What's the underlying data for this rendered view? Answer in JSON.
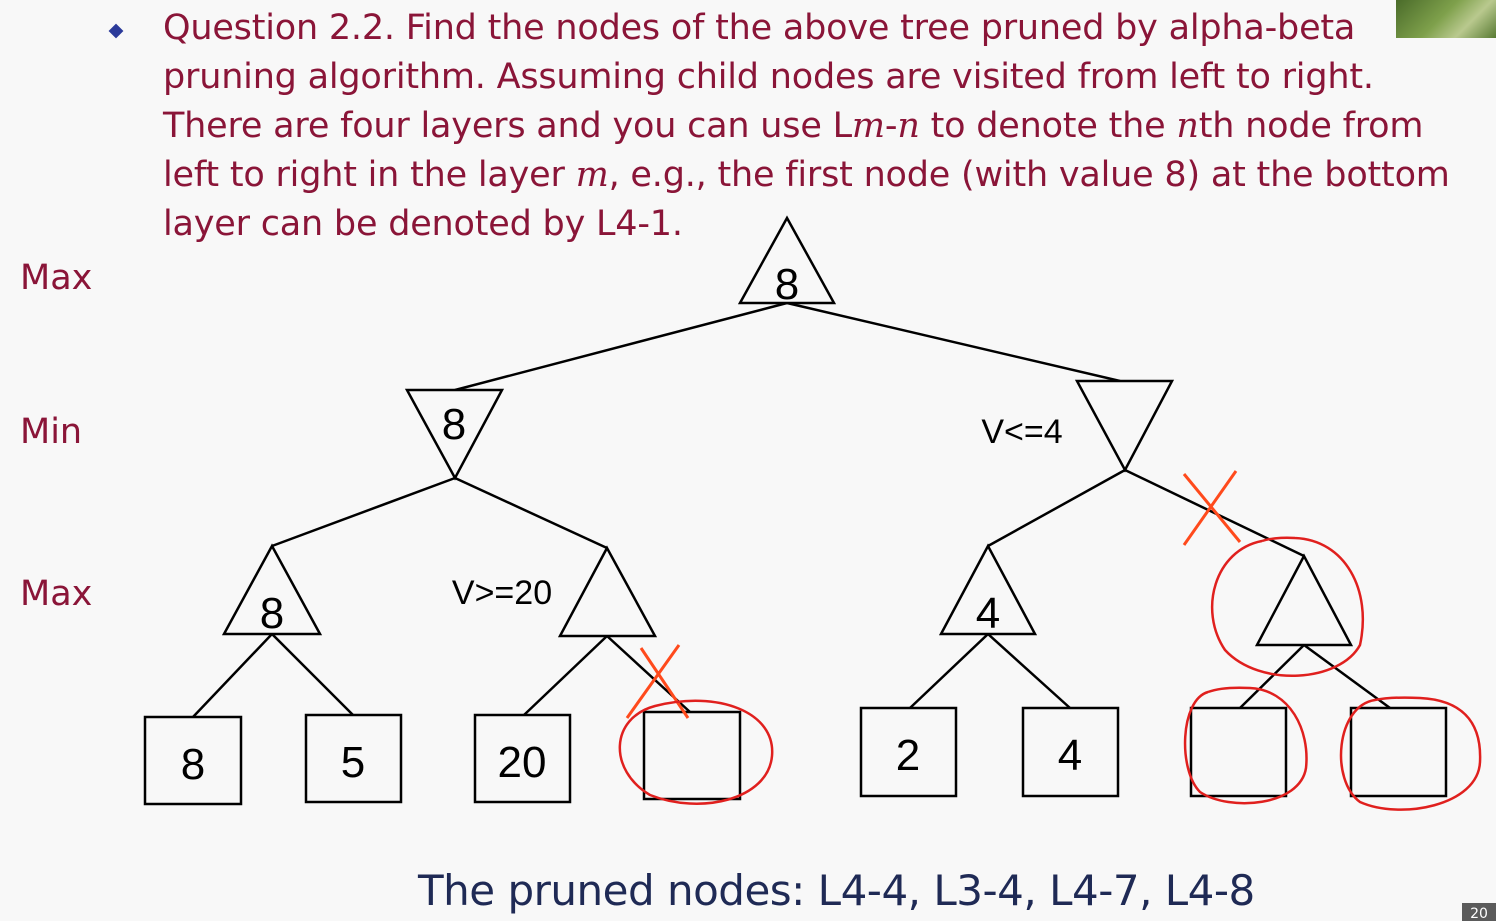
{
  "question": {
    "p1": "Question 2.2. Find the nodes of the above tree pruned by alpha-beta pruning algorithm. Assuming child nodes are visited from left to right. There are four layers and you can use L",
    "v1": "m",
    "p2": "-",
    "v2": "n",
    "p3": " to denote the ",
    "v3": "n",
    "p4": "th node from left to right in the layer ",
    "v4": "m",
    "p5": ", e.g., the first node (with value 8) at the bottom layer can be denoted by L4-1."
  },
  "layers": [
    "Max",
    "Min",
    "Max"
  ],
  "tree": {
    "root_value": "8",
    "min_left_value": "8",
    "min_right_annotation": "V<=4",
    "max_values": [
      "8",
      "",
      "4",
      ""
    ],
    "max_second_annotation": "V>=20",
    "leaf_values": [
      "8",
      "5",
      "20",
      "",
      "2",
      "4",
      "",
      ""
    ]
  },
  "answer": "The pruned nodes: L4-4, L3-4, L4-7, L4-8",
  "page_number": "20",
  "colors": {
    "text": "#8a1538",
    "answer_text": "#1f2a55",
    "bullet": "#2b3a9a",
    "prune_mark": "#ff4a1c",
    "prune_circle": "#e0201e"
  }
}
